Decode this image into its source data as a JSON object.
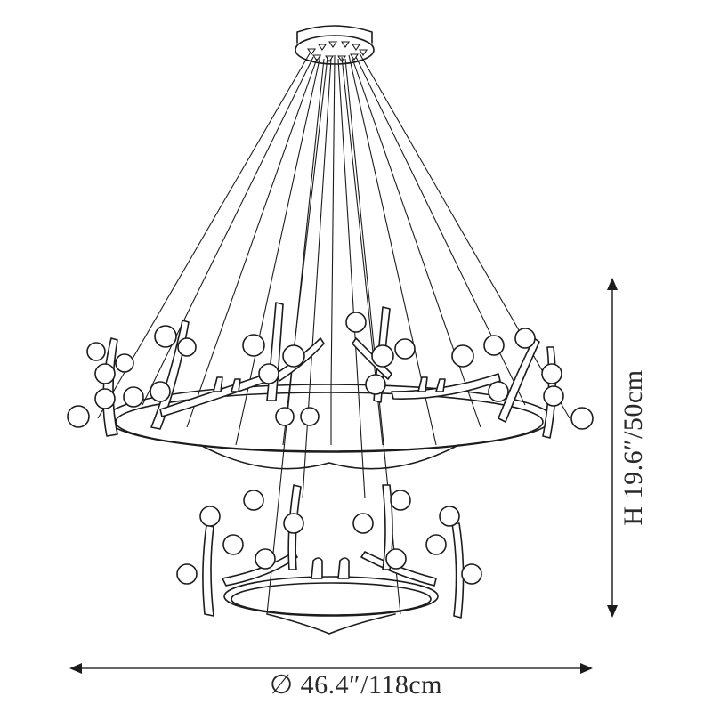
{
  "diagram": {
    "subject": "two-tier antler chandelier line drawing",
    "dimensions": {
      "width_label": "∅ 46.4″/118cm",
      "height_label": "H 19.6″/50cm"
    },
    "colors": {
      "line": "#1c1c1c",
      "background": "#ffffff",
      "text": "#2a2a2a"
    },
    "components": [
      "ceiling-canopy",
      "suspension-cables",
      "upper-ring",
      "lower-ring",
      "antler-branches",
      "globe-bulbs",
      "width-dimension-arrow",
      "height-dimension-arrow"
    ]
  }
}
